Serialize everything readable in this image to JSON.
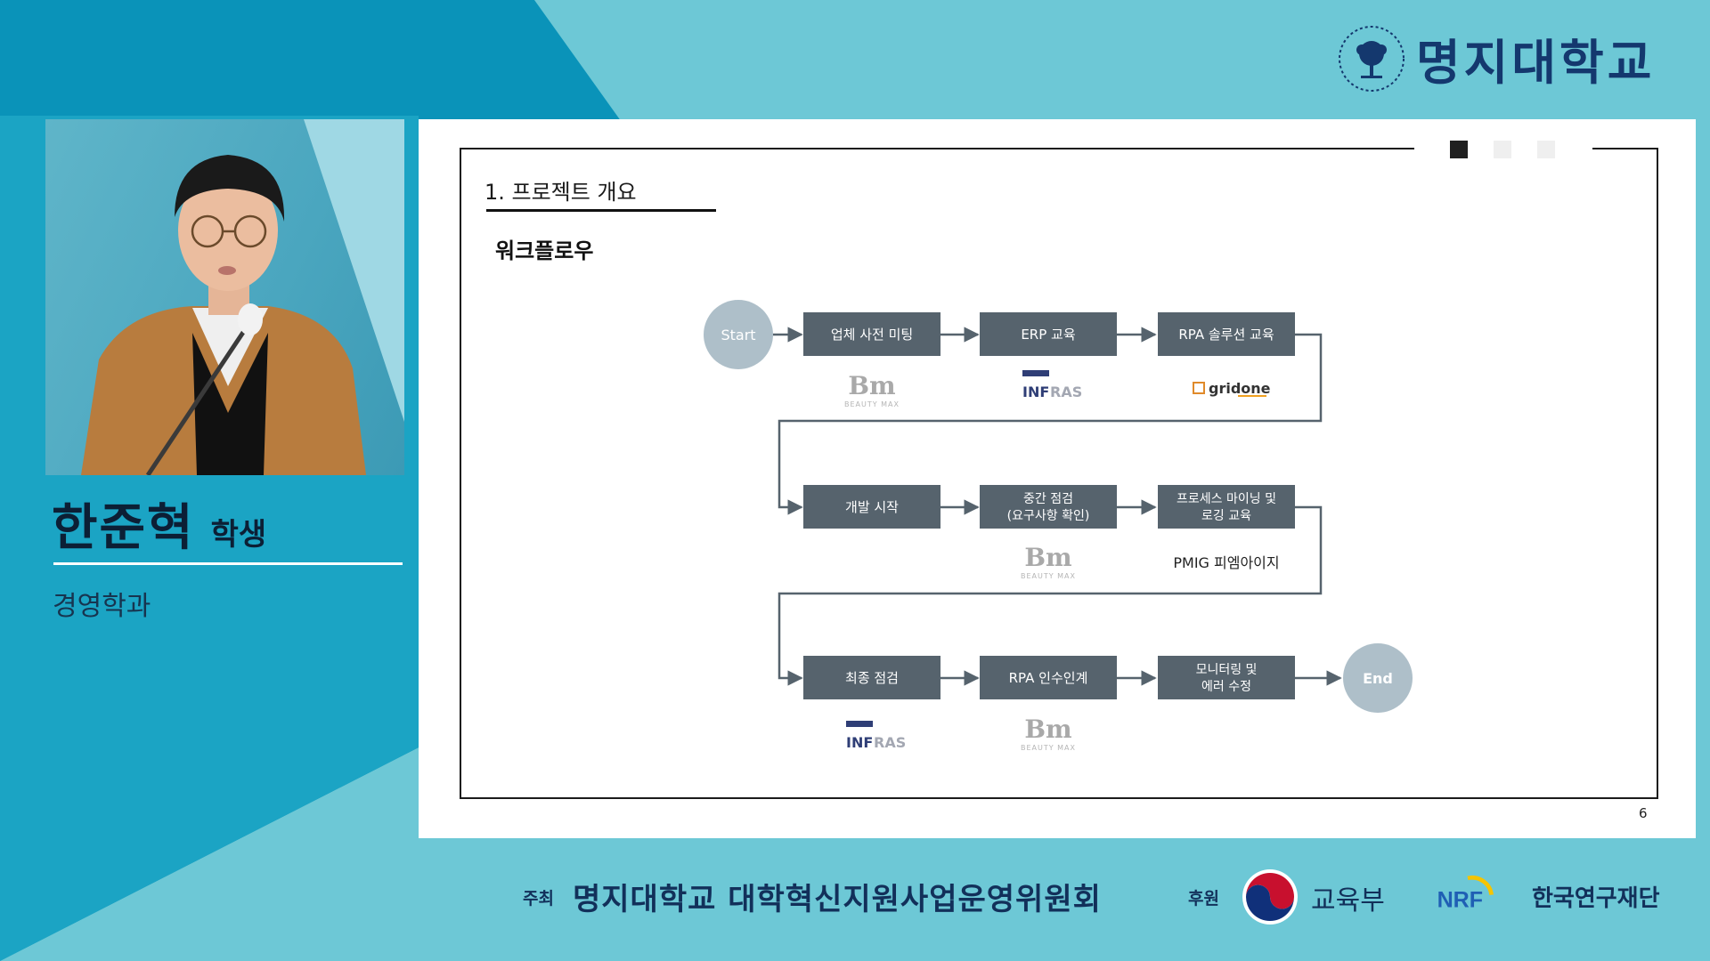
{
  "header": {
    "university_name": "명지대학교"
  },
  "presenter": {
    "name": "한준혁",
    "role": "학생",
    "department": "경영학과"
  },
  "slide": {
    "section_title": "1. 프로젝트 개요",
    "subtitle": "워크플로우",
    "page_number": "6",
    "start_label": "Start",
    "end_label": "End",
    "steps": [
      {
        "lines": [
          "업체 사전 미팅"
        ]
      },
      {
        "lines": [
          "ERP 교육"
        ]
      },
      {
        "lines": [
          "RPA 솔루션 교육"
        ]
      },
      {
        "lines": [
          "개발 시작"
        ]
      },
      {
        "lines": [
          "중간 점검",
          "(요구사항 확인)"
        ]
      },
      {
        "lines": [
          "프로세스 마이닝 및",
          "로깅 교육"
        ]
      },
      {
        "lines": [
          "최종 점검"
        ]
      },
      {
        "lines": [
          "RPA 인수인계"
        ]
      },
      {
        "lines": [
          "모니터링 및",
          "에러 수정"
        ]
      }
    ],
    "logos": {
      "beautymax_mark": "Bm",
      "beautymax_text": "BEAUTY MAX",
      "infras_a": "INF",
      "infras_b": "RAS",
      "gridone": "gridone",
      "pmig": "PMIG 피엠아이지"
    },
    "colors": {
      "step_box": "#56636d",
      "terminal": "#aebfc9",
      "arrow": "#56636d"
    }
  },
  "footer": {
    "host_label": "주최",
    "host": "명지대학교 대학혁신지원사업운영위원회",
    "sponsor_label": "후원",
    "ministry": "교육부",
    "nrf_mark": "NRF",
    "nrf_name": "한국연구재단"
  }
}
